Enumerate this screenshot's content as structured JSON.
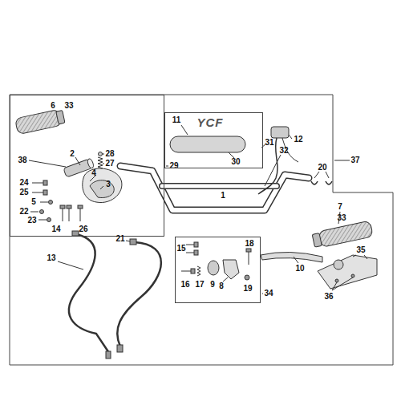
{
  "diagram": {
    "nodes": [
      {
        "text": [
          "37"
        ]
      },
      {
        "text": [
          "29"
        ],
        "in": 0
      },
      {
        "text": [
          "31"
        ],
        "in": 0
      },
      {
        "text": [
          "34"
        ],
        "in": 0
      }
    ],
    "labels": [
      "6",
      "33",
      "38",
      "2",
      "28",
      "27",
      "4",
      "24",
      "25",
      "5",
      "22",
      "23",
      "14",
      "26",
      "3",
      "11",
      "YCF",
      "30",
      "32",
      "12",
      "20",
      "1",
      "7",
      "33",
      "35",
      "36",
      "10",
      "13",
      "21",
      "15",
      "18",
      "16",
      "17",
      "9",
      "8",
      "19"
    ]
  }
}
